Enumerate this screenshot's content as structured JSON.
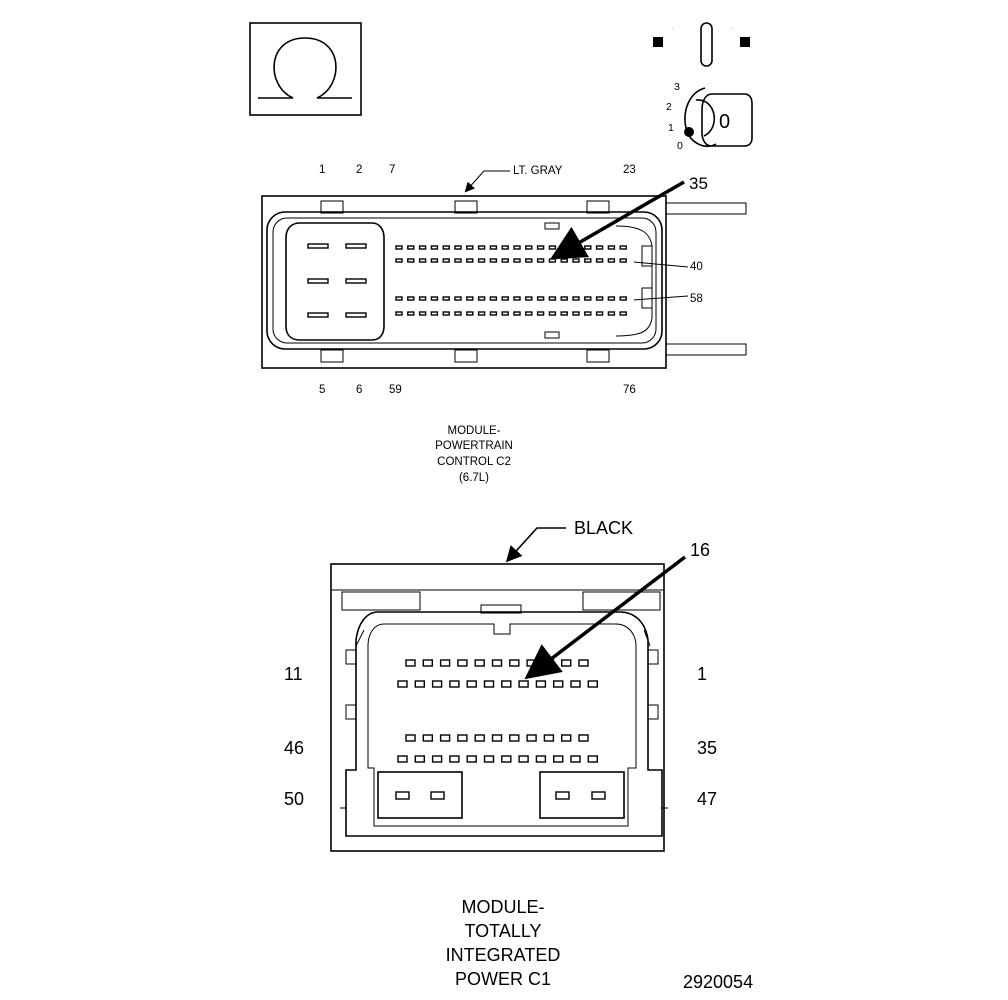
{
  "legend": {
    "ignition": {
      "positions": [
        "3",
        "2",
        "1",
        "0"
      ],
      "key_label": "0"
    }
  },
  "pcm": {
    "color_callout": "LT. GRAY",
    "pin_callout": "35",
    "top_pins": [
      "1",
      "2",
      "7",
      "23"
    ],
    "bottom_pins": [
      "5",
      "6",
      "59",
      "76"
    ],
    "side_pins": [
      "40",
      "58"
    ],
    "caption": [
      "MODULE-",
      "POWERTRAIN",
      "CONTROL C2",
      "(6.7L)"
    ]
  },
  "tipm": {
    "color_callout": "BLACK",
    "pin_callout": "16",
    "left_pins": [
      "11",
      "46",
      "50"
    ],
    "right_pins": [
      "1",
      "35",
      "47"
    ],
    "caption": [
      "MODULE-",
      "TOTALLY",
      "INTEGRATED",
      "POWER C1"
    ]
  },
  "figure_id": "2920054"
}
